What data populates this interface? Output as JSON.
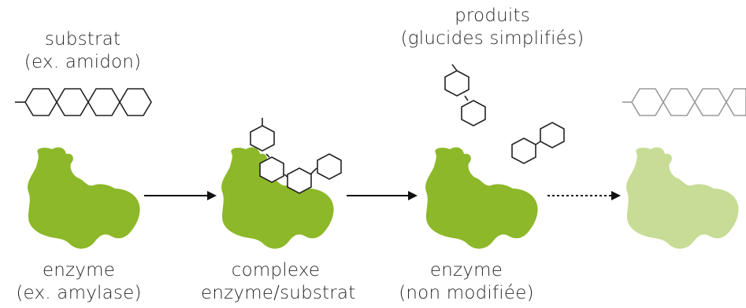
{
  "labels": {
    "substrate": {
      "line1": "substrat",
      "line2": "(ex. amidon)"
    },
    "products": {
      "line1": "produits",
      "line2": "(glucides simplifiés)"
    },
    "enzyme": {
      "line1": "enzyme",
      "line2": "(ex. amylase)"
    },
    "complex": {
      "line1": "complexe",
      "line2": "enzyme/substrat"
    },
    "enzyme_after": {
      "line1": "enzyme",
      "line2": "(non modifiée)"
    }
  },
  "colors": {
    "enzyme": "#8db829",
    "enzyme_faded": "#c7dc94",
    "molecule": "#222222",
    "molecule_faded": "#9a9a9a",
    "arrow": "#111111"
  }
}
